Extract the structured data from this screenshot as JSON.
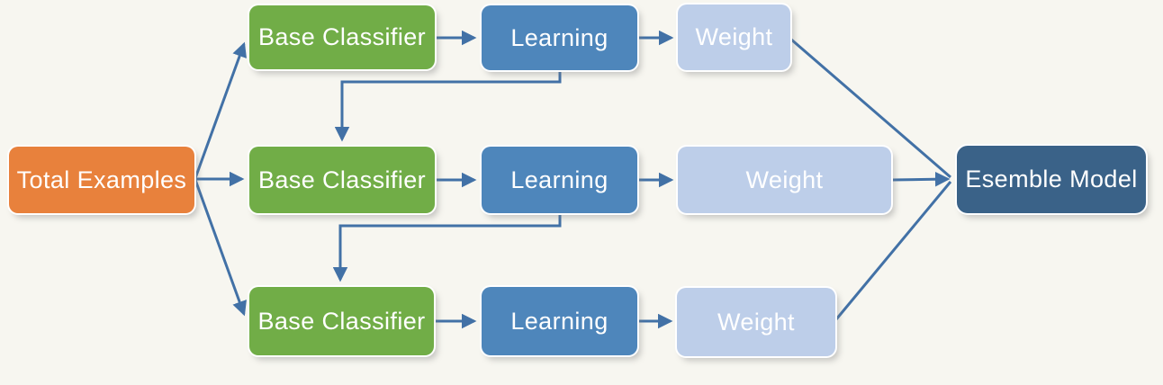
{
  "page": {
    "background_color": "#F7F6F0"
  },
  "diagram": {
    "type": "flowchart",
    "arrow_color": "#4271A6",
    "colors": {
      "source_orange": "#E8813C",
      "classifier_green": "#71AD47",
      "learning_blue": "#4E86BB",
      "weight_lightblue": "#BDCEE9",
      "ensemble_darkblue": "#3A6288",
      "text_white": "#FFFFFF"
    },
    "nodes": {
      "total_examples": {
        "label": "Total Examples",
        "fill": "#E8813C",
        "text_color": "#FFFFFF"
      },
      "base_classifier_1": {
        "label": "Base Classifier",
        "fill": "#71AD47",
        "text_color": "#FFFFFF"
      },
      "learning_1": {
        "label": "Learning",
        "fill": "#4E86BB",
        "text_color": "#FFFFFF"
      },
      "weight_1": {
        "label": "Weight",
        "fill": "#BDCEE9",
        "text_color": "#FFFFFF"
      },
      "base_classifier_2": {
        "label": "Base Classifier",
        "fill": "#71AD47",
        "text_color": "#FFFFFF"
      },
      "learning_2": {
        "label": "Learning",
        "fill": "#4E86BB",
        "text_color": "#FFFFFF"
      },
      "weight_2": {
        "label": "Weight",
        "fill": "#BDCEE9",
        "text_color": "#FFFFFF"
      },
      "base_classifier_3": {
        "label": "Base Classifier",
        "fill": "#71AD47",
        "text_color": "#FFFFFF"
      },
      "learning_3": {
        "label": "Learning",
        "fill": "#4E86BB",
        "text_color": "#FFFFFF"
      },
      "weight_3": {
        "label": "Weight",
        "fill": "#BDCEE9",
        "text_color": "#FFFFFF"
      },
      "ensemble_model": {
        "label": "Esemble Model",
        "fill": "#3A6288",
        "text_color": "#FFFFFF"
      }
    },
    "edges": [
      {
        "from": "total_examples",
        "to": "base_classifier_1"
      },
      {
        "from": "total_examples",
        "to": "base_classifier_2"
      },
      {
        "from": "total_examples",
        "to": "base_classifier_3"
      },
      {
        "from": "base_classifier_1",
        "to": "learning_1"
      },
      {
        "from": "learning_1",
        "to": "weight_1"
      },
      {
        "from": "learning_1",
        "to": "base_classifier_2"
      },
      {
        "from": "base_classifier_2",
        "to": "learning_2"
      },
      {
        "from": "learning_2",
        "to": "weight_2"
      },
      {
        "from": "learning_2",
        "to": "base_classifier_3"
      },
      {
        "from": "base_classifier_3",
        "to": "learning_3"
      },
      {
        "from": "learning_3",
        "to": "weight_3"
      },
      {
        "from": "weight_1",
        "to": "ensemble_model"
      },
      {
        "from": "weight_2",
        "to": "ensemble_model"
      },
      {
        "from": "weight_3",
        "to": "ensemble_model"
      }
    ]
  }
}
